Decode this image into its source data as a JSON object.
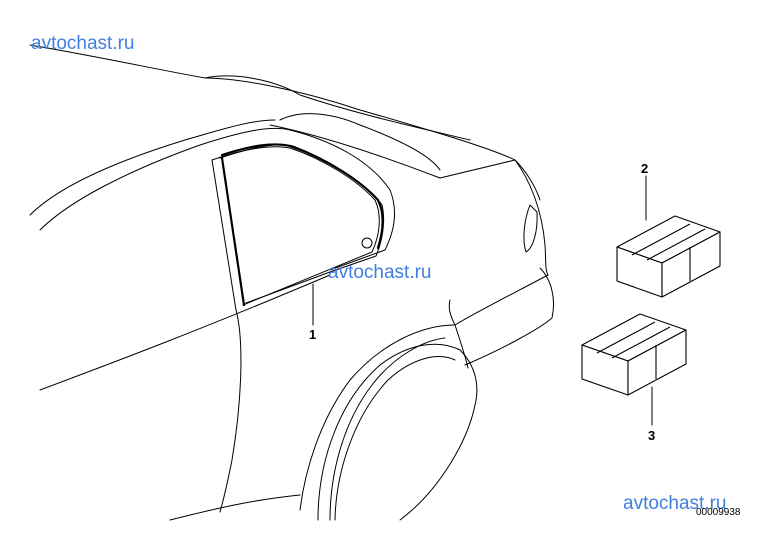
{
  "watermarks": [
    {
      "text": "avtochast.ru"
    },
    {
      "text": "avtochast.ru"
    },
    {
      "text": "avtochast.ru"
    }
  ],
  "callouts": [
    {
      "label": "1"
    },
    {
      "label": "2"
    },
    {
      "label": "3"
    }
  ],
  "diagram_code": "00009938",
  "colors": {
    "watermark": "#3f7fe0",
    "line": "#000000",
    "background": "#ffffff"
  }
}
